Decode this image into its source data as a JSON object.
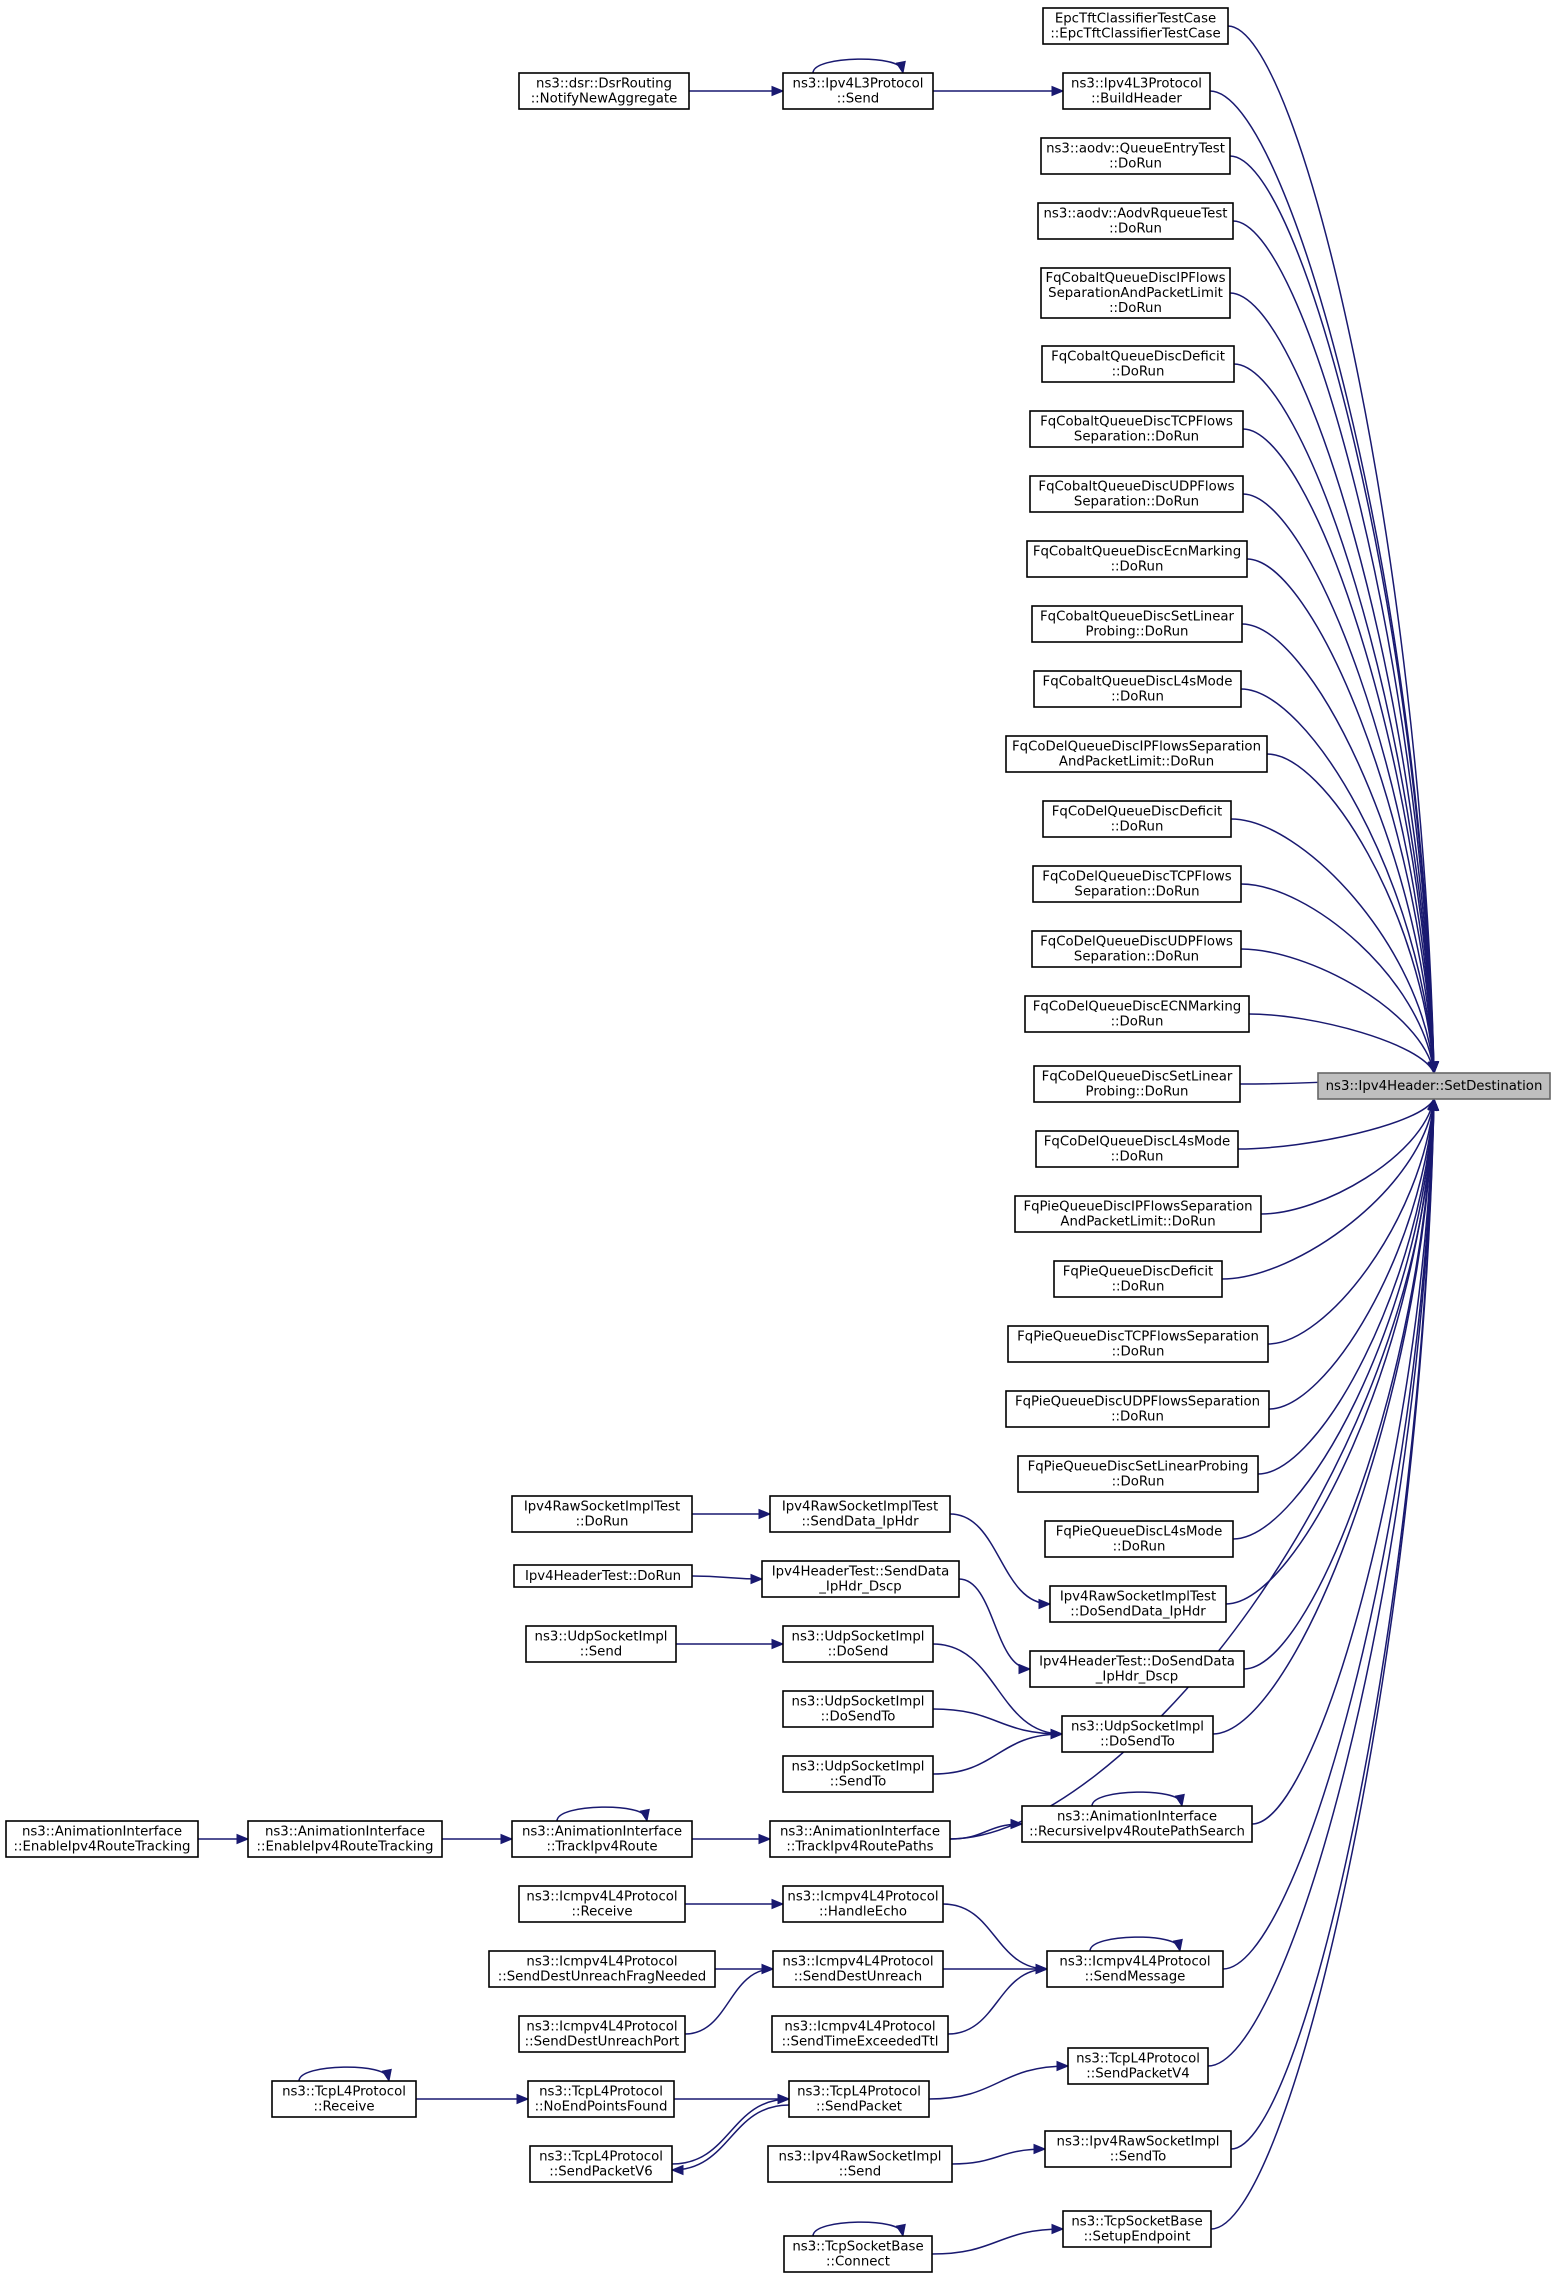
{
  "colors": {
    "edge": "#191970",
    "focus_fill": "#bfbfbf",
    "node_fill": "#ffffff",
    "node_border": "#000000"
  },
  "focus_node": {
    "id": "N0",
    "label": [
      "ns3::Ipv4Header::SetDestination"
    ]
  },
  "nodes": [
    {
      "id": "N1",
      "label": [
        "EpcTftClassifierTestCase",
        "::EpcTftClassifierTestCase"
      ]
    },
    {
      "id": "N2",
      "label": [
        "ns3::Ipv4L3Protocol",
        "::BuildHeader"
      ]
    },
    {
      "id": "N3",
      "label": [
        "ns3::Ipv4L3Protocol",
        "::Send"
      ]
    },
    {
      "id": "N4",
      "label": [
        "ns3::dsr::DsrRouting",
        "::NotifyNewAggregate"
      ]
    },
    {
      "id": "N5",
      "label": [
        "ns3::aodv::QueueEntryTest",
        "::DoRun"
      ]
    },
    {
      "id": "N6",
      "label": [
        "ns3::aodv::AodvRqueueTest",
        "::DoRun"
      ]
    },
    {
      "id": "N7",
      "label": [
        "FqCobaltQueueDiscIPFlows",
        "SeparationAndPacketLimit",
        "::DoRun"
      ]
    },
    {
      "id": "N8",
      "label": [
        "FqCobaltQueueDiscDeficit",
        "::DoRun"
      ]
    },
    {
      "id": "N9",
      "label": [
        "FqCobaltQueueDiscTCPFlows",
        "Separation::DoRun"
      ]
    },
    {
      "id": "N10",
      "label": [
        "FqCobaltQueueDiscUDPFlows",
        "Separation::DoRun"
      ]
    },
    {
      "id": "N11",
      "label": [
        "FqCobaltQueueDiscEcnMarking",
        "::DoRun"
      ]
    },
    {
      "id": "N12",
      "label": [
        "FqCobaltQueueDiscSetLinear",
        "Probing::DoRun"
      ]
    },
    {
      "id": "N13",
      "label": [
        "FqCobaltQueueDiscL4sMode",
        "::DoRun"
      ]
    },
    {
      "id": "N14",
      "label": [
        "FqCoDelQueueDiscIPFlowsSeparation",
        "AndPacketLimit::DoRun"
      ]
    },
    {
      "id": "N15",
      "label": [
        "FqCoDelQueueDiscDeficit",
        "::DoRun"
      ]
    },
    {
      "id": "N16",
      "label": [
        "FqCoDelQueueDiscTCPFlows",
        "Separation::DoRun"
      ]
    },
    {
      "id": "N17",
      "label": [
        "FqCoDelQueueDiscUDPFlows",
        "Separation::DoRun"
      ]
    },
    {
      "id": "N18",
      "label": [
        "FqCoDelQueueDiscECNMarking",
        "::DoRun"
      ]
    },
    {
      "id": "N19",
      "label": [
        "FqCoDelQueueDiscSetLinear",
        "Probing::DoRun"
      ]
    },
    {
      "id": "N20",
      "label": [
        "FqCoDelQueueDiscL4sMode",
        "::DoRun"
      ]
    },
    {
      "id": "N21",
      "label": [
        "FqPieQueueDiscIPFlowsSeparation",
        "AndPacketLimit::DoRun"
      ]
    },
    {
      "id": "N22",
      "label": [
        "FqPieQueueDiscDeficit",
        "::DoRun"
      ]
    },
    {
      "id": "N23",
      "label": [
        "FqPieQueueDiscTCPFlowsSeparation",
        "::DoRun"
      ]
    },
    {
      "id": "N24",
      "label": [
        "FqPieQueueDiscUDPFlowsSeparation",
        "::DoRun"
      ]
    },
    {
      "id": "N25",
      "label": [
        "FqPieQueueDiscSetLinearProbing",
        "::DoRun"
      ]
    },
    {
      "id": "N26",
      "label": [
        "FqPieQueueDiscL4sMode",
        "::DoRun"
      ]
    },
    {
      "id": "N27",
      "label": [
        "Ipv4RawSocketImplTest",
        "::DoSendData_IpHdr"
      ]
    },
    {
      "id": "N28",
      "label": [
        "Ipv4RawSocketImplTest",
        "::SendData_IpHdr"
      ]
    },
    {
      "id": "N29",
      "label": [
        "Ipv4RawSocketImplTest",
        "::DoRun"
      ]
    },
    {
      "id": "N30",
      "label": [
        "Ipv4HeaderTest::DoSendData",
        "_IpHdr_Dscp"
      ]
    },
    {
      "id": "N31",
      "label": [
        "Ipv4HeaderTest::SendData",
        "_IpHdr_Dscp"
      ]
    },
    {
      "id": "N32",
      "label": [
        "Ipv4HeaderTest::DoRun"
      ]
    },
    {
      "id": "N33",
      "label": [
        "ns3::UdpSocketImpl",
        "::DoSendTo"
      ]
    },
    {
      "id": "N34",
      "label": [
        "ns3::UdpSocketImpl",
        "::DoSend"
      ]
    },
    {
      "id": "N35",
      "label": [
        "ns3::UdpSocketImpl",
        "::Send"
      ]
    },
    {
      "id": "N36",
      "label": [
        "ns3::UdpSocketImpl",
        "::DoSendTo"
      ]
    },
    {
      "id": "N37",
      "label": [
        "ns3::UdpSocketImpl",
        "::SendTo"
      ]
    },
    {
      "id": "N38",
      "label": [
        "ns3::AnimationInterface",
        "::RecursiveIpv4RoutePathSearch"
      ]
    },
    {
      "id": "N39",
      "label": [
        "ns3::AnimationInterface",
        "::TrackIpv4RoutePaths"
      ]
    },
    {
      "id": "N40",
      "label": [
        "ns3::AnimationInterface",
        "::TrackIpv4Route"
      ]
    },
    {
      "id": "N41",
      "label": [
        "ns3::AnimationInterface",
        "::EnableIpv4RouteTracking"
      ]
    },
    {
      "id": "N42",
      "label": [
        "ns3::AnimationInterface",
        "::EnableIpv4RouteTracking"
      ]
    },
    {
      "id": "N43",
      "label": [
        "ns3::Icmpv4L4Protocol",
        "::SendMessage"
      ]
    },
    {
      "id": "N44",
      "label": [
        "ns3::Icmpv4L4Protocol",
        "::HandleEcho"
      ]
    },
    {
      "id": "N45",
      "label": [
        "ns3::Icmpv4L4Protocol",
        "::Receive"
      ]
    },
    {
      "id": "N46",
      "label": [
        "ns3::Icmpv4L4Protocol",
        "::SendDestUnreach"
      ]
    },
    {
      "id": "N47",
      "label": [
        "ns3::Icmpv4L4Protocol",
        "::SendDestUnreachFragNeeded"
      ]
    },
    {
      "id": "N48",
      "label": [
        "ns3::Icmpv4L4Protocol",
        "::SendDestUnreachPort"
      ]
    },
    {
      "id": "N49",
      "label": [
        "ns3::Icmpv4L4Protocol",
        "::SendTimeExceededTtl"
      ]
    },
    {
      "id": "N50",
      "label": [
        "ns3::TcpL4Protocol",
        "::SendPacketV4"
      ]
    },
    {
      "id": "N51",
      "label": [
        "ns3::TcpL4Protocol",
        "::SendPacket"
      ]
    },
    {
      "id": "N52",
      "label": [
        "ns3::TcpL4Protocol",
        "::NoEndPointsFound"
      ]
    },
    {
      "id": "N53",
      "label": [
        "ns3::TcpL4Protocol",
        "::Receive"
      ]
    },
    {
      "id": "N54",
      "label": [
        "ns3::TcpL4Protocol",
        "::SendPacketV6"
      ]
    },
    {
      "id": "N55",
      "label": [
        "ns3::Ipv4RawSocketImpl",
        "::SendTo"
      ]
    },
    {
      "id": "N56",
      "label": [
        "ns3::Ipv4RawSocketImpl",
        "::Send"
      ]
    },
    {
      "id": "N57",
      "label": [
        "ns3::TcpSocketBase",
        "::SetupEndpoint"
      ]
    },
    {
      "id": "N58",
      "label": [
        "ns3::TcpSocketBase",
        "::Connect"
      ]
    }
  ],
  "edges": [
    [
      "N1",
      "N0"
    ],
    [
      "N2",
      "N0"
    ],
    [
      "N3",
      "N2"
    ],
    [
      "N3",
      "N3"
    ],
    [
      "N4",
      "N3"
    ],
    [
      "N5",
      "N0"
    ],
    [
      "N6",
      "N0"
    ],
    [
      "N7",
      "N0"
    ],
    [
      "N8",
      "N0"
    ],
    [
      "N9",
      "N0"
    ],
    [
      "N10",
      "N0"
    ],
    [
      "N11",
      "N0"
    ],
    [
      "N12",
      "N0"
    ],
    [
      "N13",
      "N0"
    ],
    [
      "N14",
      "N0"
    ],
    [
      "N15",
      "N0"
    ],
    [
      "N16",
      "N0"
    ],
    [
      "N17",
      "N0"
    ],
    [
      "N18",
      "N0"
    ],
    [
      "N19",
      "N0"
    ],
    [
      "N20",
      "N0"
    ],
    [
      "N21",
      "N0"
    ],
    [
      "N22",
      "N0"
    ],
    [
      "N23",
      "N0"
    ],
    [
      "N24",
      "N0"
    ],
    [
      "N25",
      "N0"
    ],
    [
      "N26",
      "N0"
    ],
    [
      "N27",
      "N0"
    ],
    [
      "N28",
      "N27"
    ],
    [
      "N29",
      "N28"
    ],
    [
      "N30",
      "N0"
    ],
    [
      "N31",
      "N30"
    ],
    [
      "N32",
      "N31"
    ],
    [
      "N33",
      "N0"
    ],
    [
      "N34",
      "N33"
    ],
    [
      "N35",
      "N34"
    ],
    [
      "N36",
      "N33"
    ],
    [
      "N37",
      "N33"
    ],
    [
      "N38",
      "N0"
    ],
    [
      "N38",
      "N38"
    ],
    [
      "N39",
      "N38"
    ],
    [
      "N39",
      "N0"
    ],
    [
      "N40",
      "N39"
    ],
    [
      "N40",
      "N40"
    ],
    [
      "N41",
      "N40"
    ],
    [
      "N42",
      "N41"
    ],
    [
      "N43",
      "N0"
    ],
    [
      "N43",
      "N43"
    ],
    [
      "N44",
      "N43"
    ],
    [
      "N45",
      "N44"
    ],
    [
      "N46",
      "N43"
    ],
    [
      "N47",
      "N46"
    ],
    [
      "N48",
      "N46"
    ],
    [
      "N49",
      "N43"
    ],
    [
      "N50",
      "N0"
    ],
    [
      "N51",
      "N50"
    ],
    [
      "N52",
      "N51"
    ],
    [
      "N53",
      "N52"
    ],
    [
      "N53",
      "N53"
    ],
    [
      "N54",
      "N51"
    ],
    [
      "N51",
      "N54"
    ],
    [
      "N55",
      "N0"
    ],
    [
      "N56",
      "N55"
    ],
    [
      "N57",
      "N0"
    ],
    [
      "N58",
      "N57"
    ],
    [
      "N58",
      "N58"
    ]
  ]
}
